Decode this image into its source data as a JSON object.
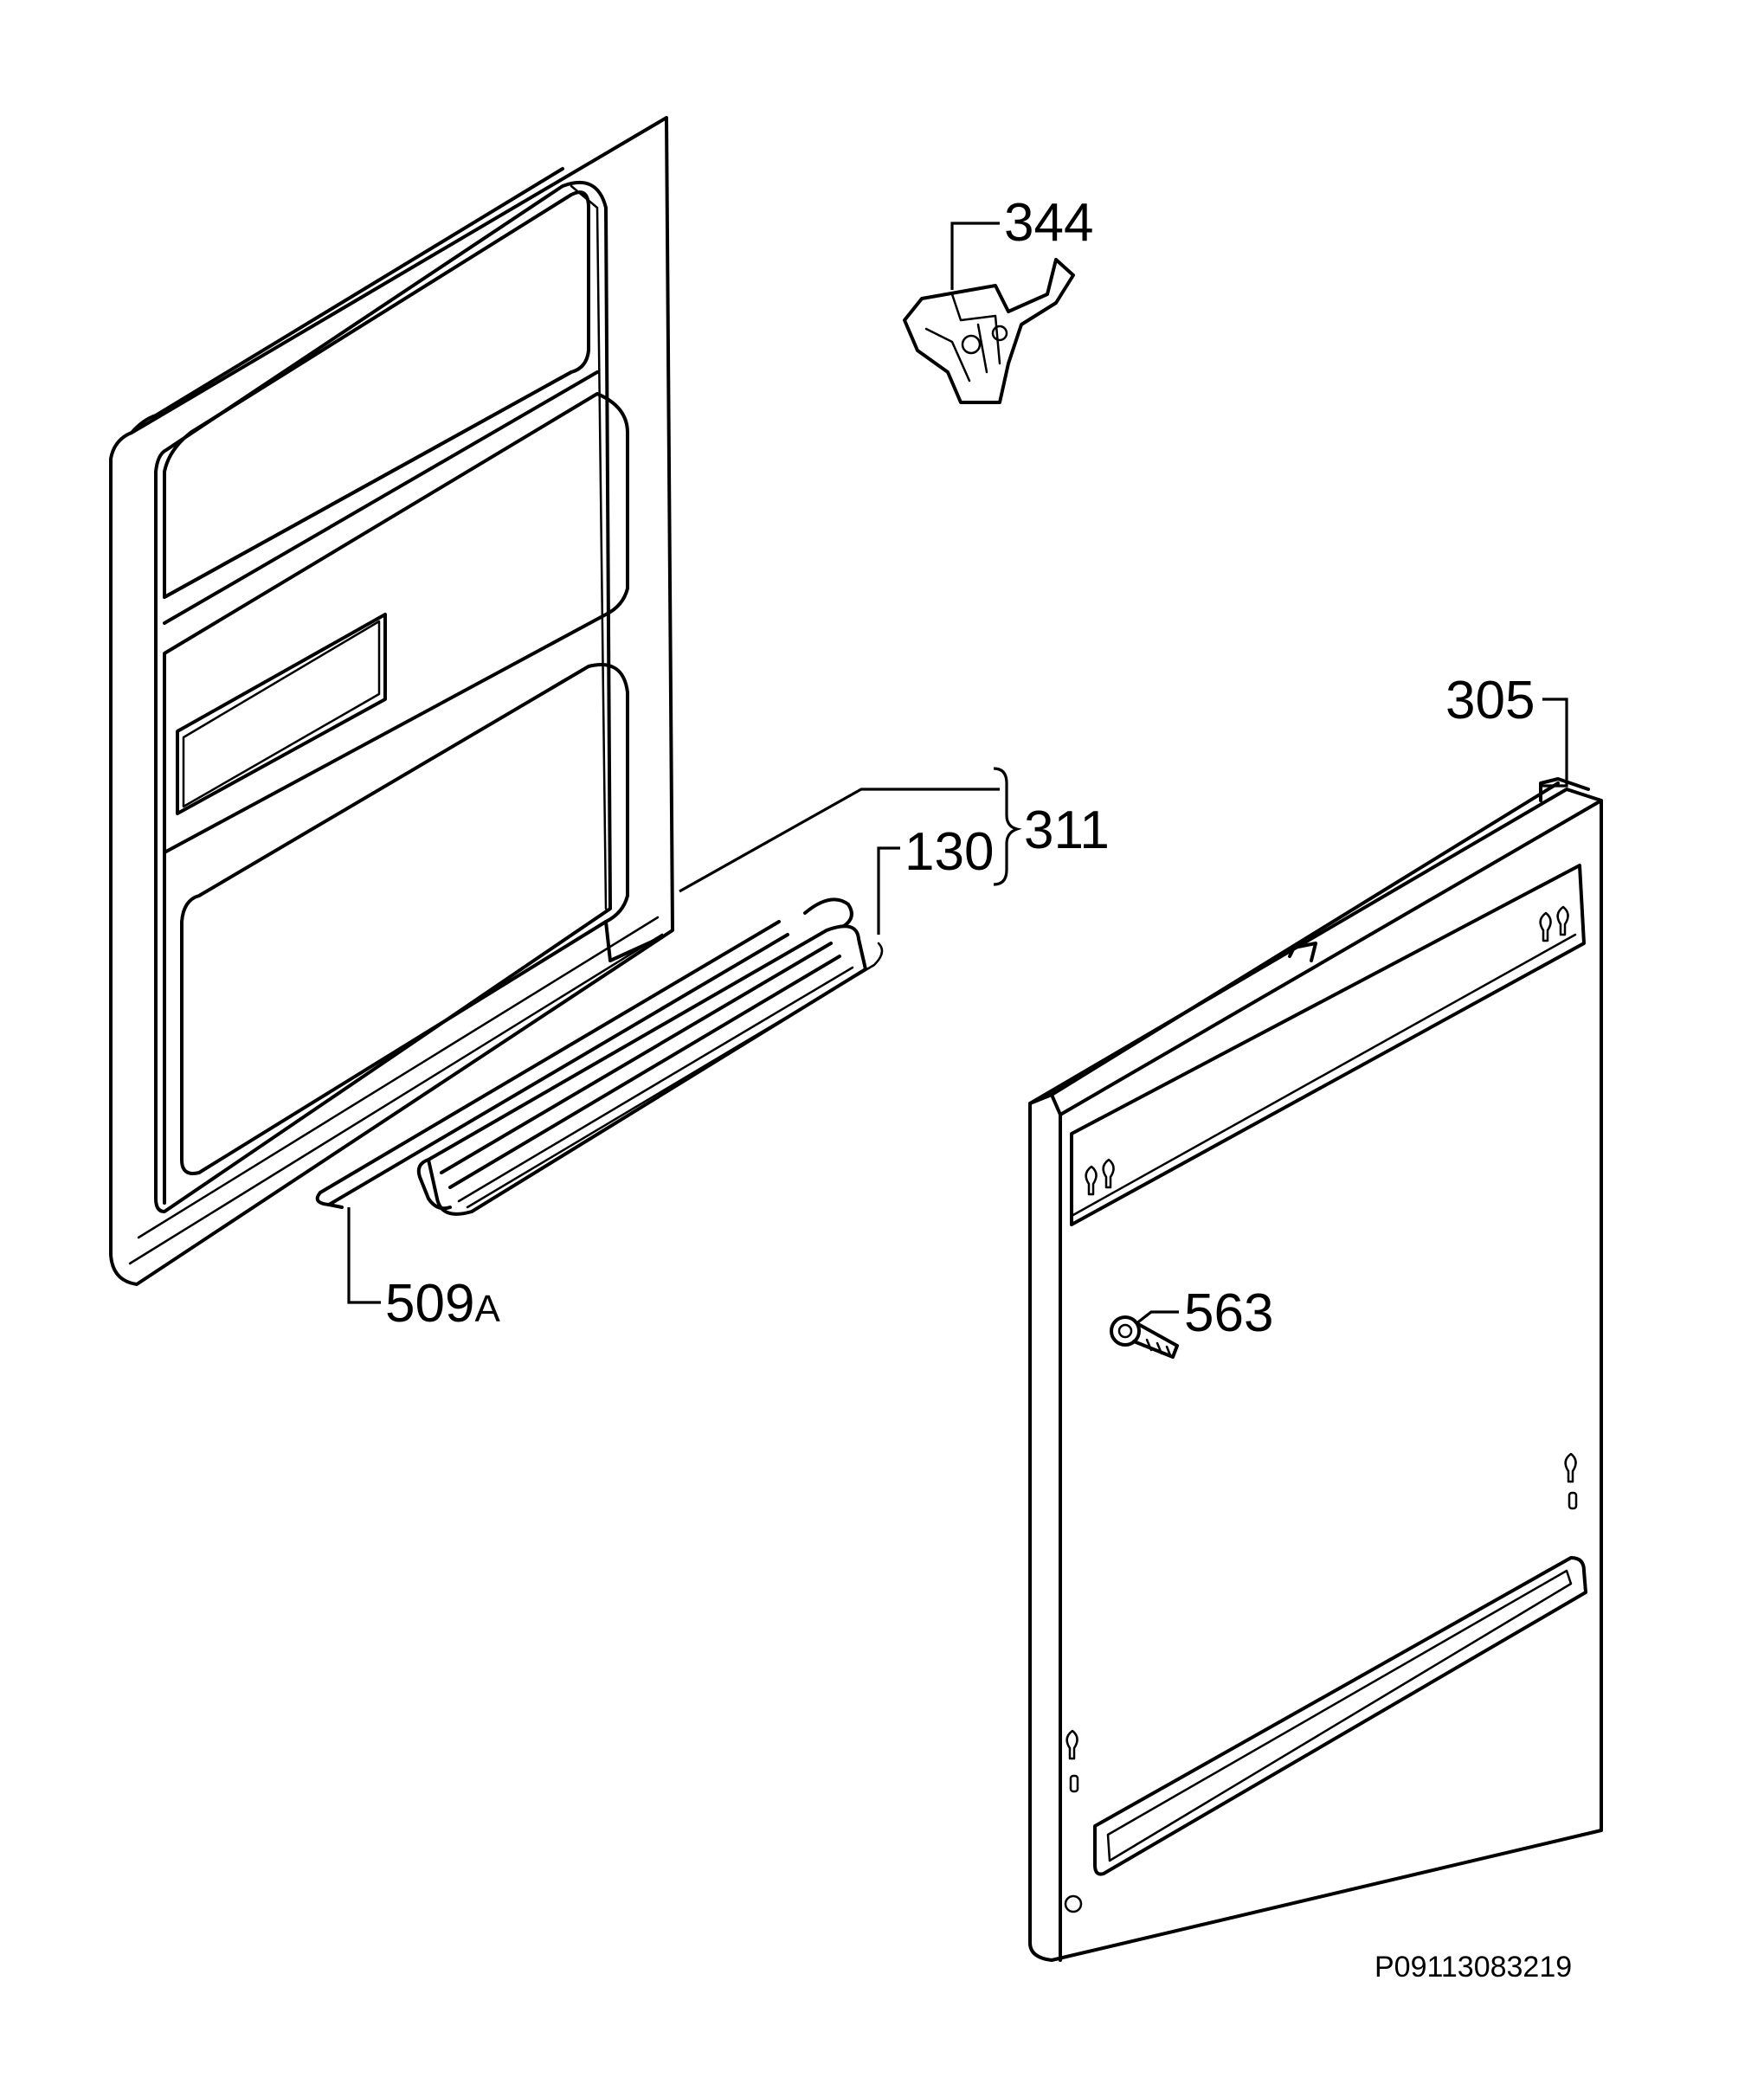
{
  "callouts": {
    "c344": "344",
    "c305": "305",
    "c311": "311",
    "c130": "130",
    "c509_num": "509",
    "c509_suffix": "A",
    "c563": "563"
  },
  "drawing_code": "P09113083219",
  "colors": {
    "line": "#000000",
    "background": "#ffffff"
  }
}
